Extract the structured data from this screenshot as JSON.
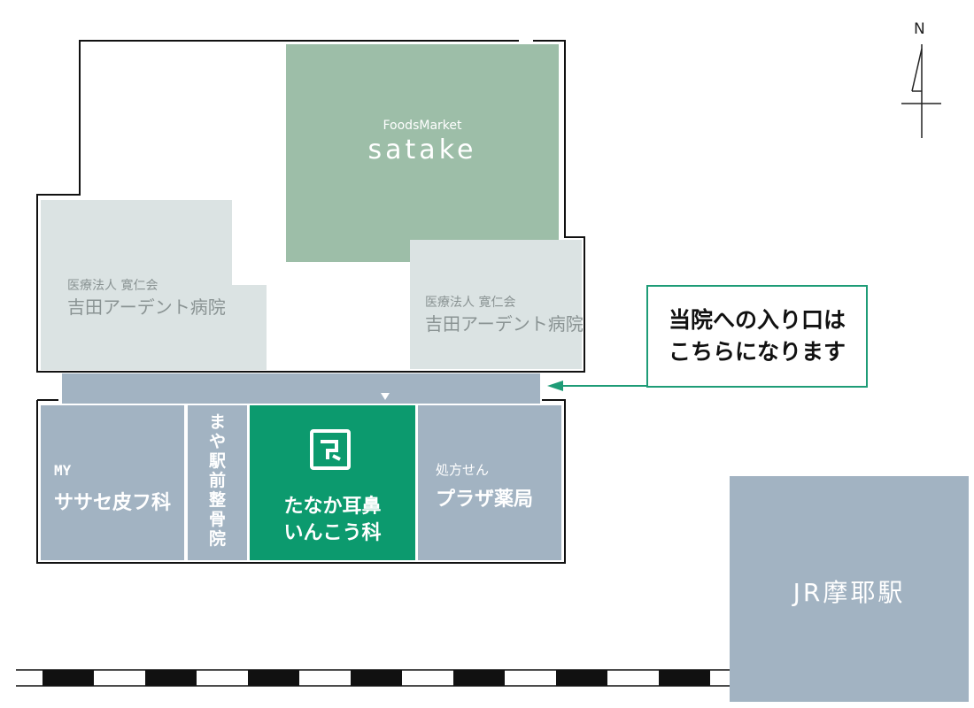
{
  "colors": {
    "satake": "#9dbea8",
    "hospital": "#dbe3e3",
    "shop": "#a2b3c2",
    "tanaka": "#0c9a6e",
    "callout_border": "#1e9c77",
    "outline": "#111111"
  },
  "compass": {
    "label": "N"
  },
  "satake": {
    "brand": "FoodsMarket",
    "name": "satake"
  },
  "hospital_left": {
    "sub": "医療法人 寛仁会",
    "name": "吉田アーデント病院"
  },
  "hospital_right": {
    "sub": "医療法人 寛仁会",
    "name": "吉田アーデント病院"
  },
  "shops": {
    "sasase": {
      "line1": "MY",
      "line2": "ササセ皮フ科"
    },
    "maya": {
      "chars": [
        "ま",
        "や",
        "駅",
        "前",
        "整",
        "骨",
        "院"
      ]
    },
    "tanaka": {
      "line1": "たなか耳鼻",
      "line2": "いんこう科",
      "logo_icon": "clinic-logo-icon"
    },
    "plaza": {
      "line1": "処方せん",
      "line2": "プラザ薬局"
    }
  },
  "callout": {
    "line1": "当院への入り口は",
    "line2": "こちらになります"
  },
  "station": {
    "name": "JR摩耶駅"
  }
}
